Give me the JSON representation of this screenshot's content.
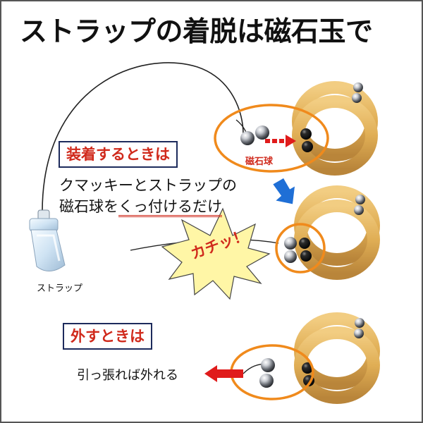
{
  "title": "ストラップの着脱は磁石玉で",
  "attach": {
    "heading": "装着するときは",
    "line1": "クマッキーとストラップの",
    "line2_plain": "磁石球を",
    "line2_underlined": "くっ付けるだけ",
    "click_text": "カチッ！"
  },
  "detach": {
    "heading": "外すときは",
    "pull_text": "引っ張れば外れる"
  },
  "labels": {
    "strap": "ストラップ",
    "magnet_ball": "磁石球"
  },
  "colors": {
    "accent_red": "#d02a1c",
    "box_border": "#1d2b5c",
    "ring_orange": "#f08a1c",
    "arrow_blue": "#1f6fd6",
    "burst_yellow": "#fff6a6",
    "rubber": "#e0b15a"
  }
}
